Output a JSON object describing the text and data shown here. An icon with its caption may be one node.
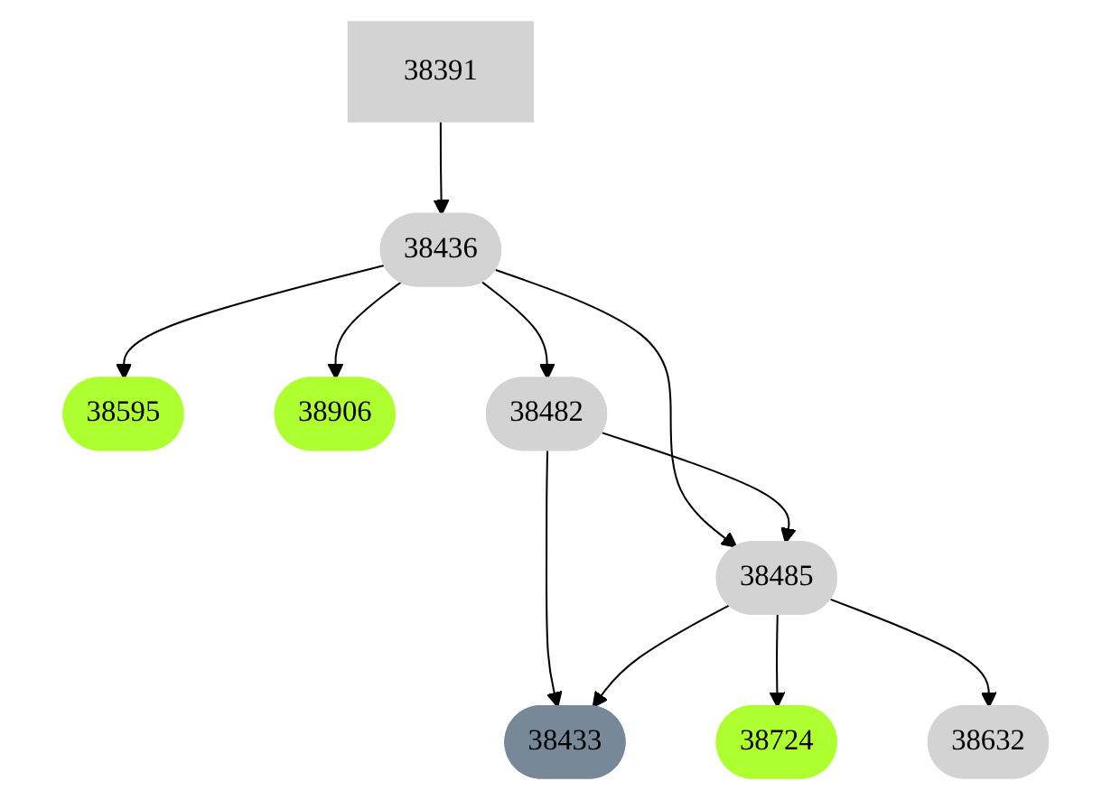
{
  "diagram": {
    "nodes": [
      {
        "text": [
          "38391"
        ]
      },
      {
        "text": [
          "38436"
        ]
      },
      {
        "text": [
          "38595"
        ]
      },
      {
        "text": [
          "38906"
        ]
      },
      {
        "text": [
          "38482"
        ]
      },
      {
        "text": [
          "38485"
        ]
      },
      {
        "text": [
          "38433"
        ]
      },
      {
        "text": [
          "38724"
        ]
      },
      {
        "text": [
          "38632"
        ]
      }
    ],
    "edges": [
      {
        "from": 0,
        "to": 1,
        "arrow": "to"
      },
      {
        "from": 1,
        "to": 2,
        "arrow": "to"
      },
      {
        "from": 1,
        "to": 3,
        "arrow": "to"
      },
      {
        "from": 1,
        "to": 4,
        "arrow": "to"
      },
      {
        "from": 1,
        "to": 5,
        "arrow": "to"
      },
      {
        "from": 4,
        "to": 5,
        "arrow": "to"
      },
      {
        "from": 4,
        "to": 6,
        "arrow": "to"
      },
      {
        "from": 5,
        "to": 6,
        "arrow": "to"
      },
      {
        "from": 5,
        "to": 7,
        "arrow": "to"
      },
      {
        "from": 5,
        "to": 8,
        "arrow": "to"
      }
    ]
  }
}
